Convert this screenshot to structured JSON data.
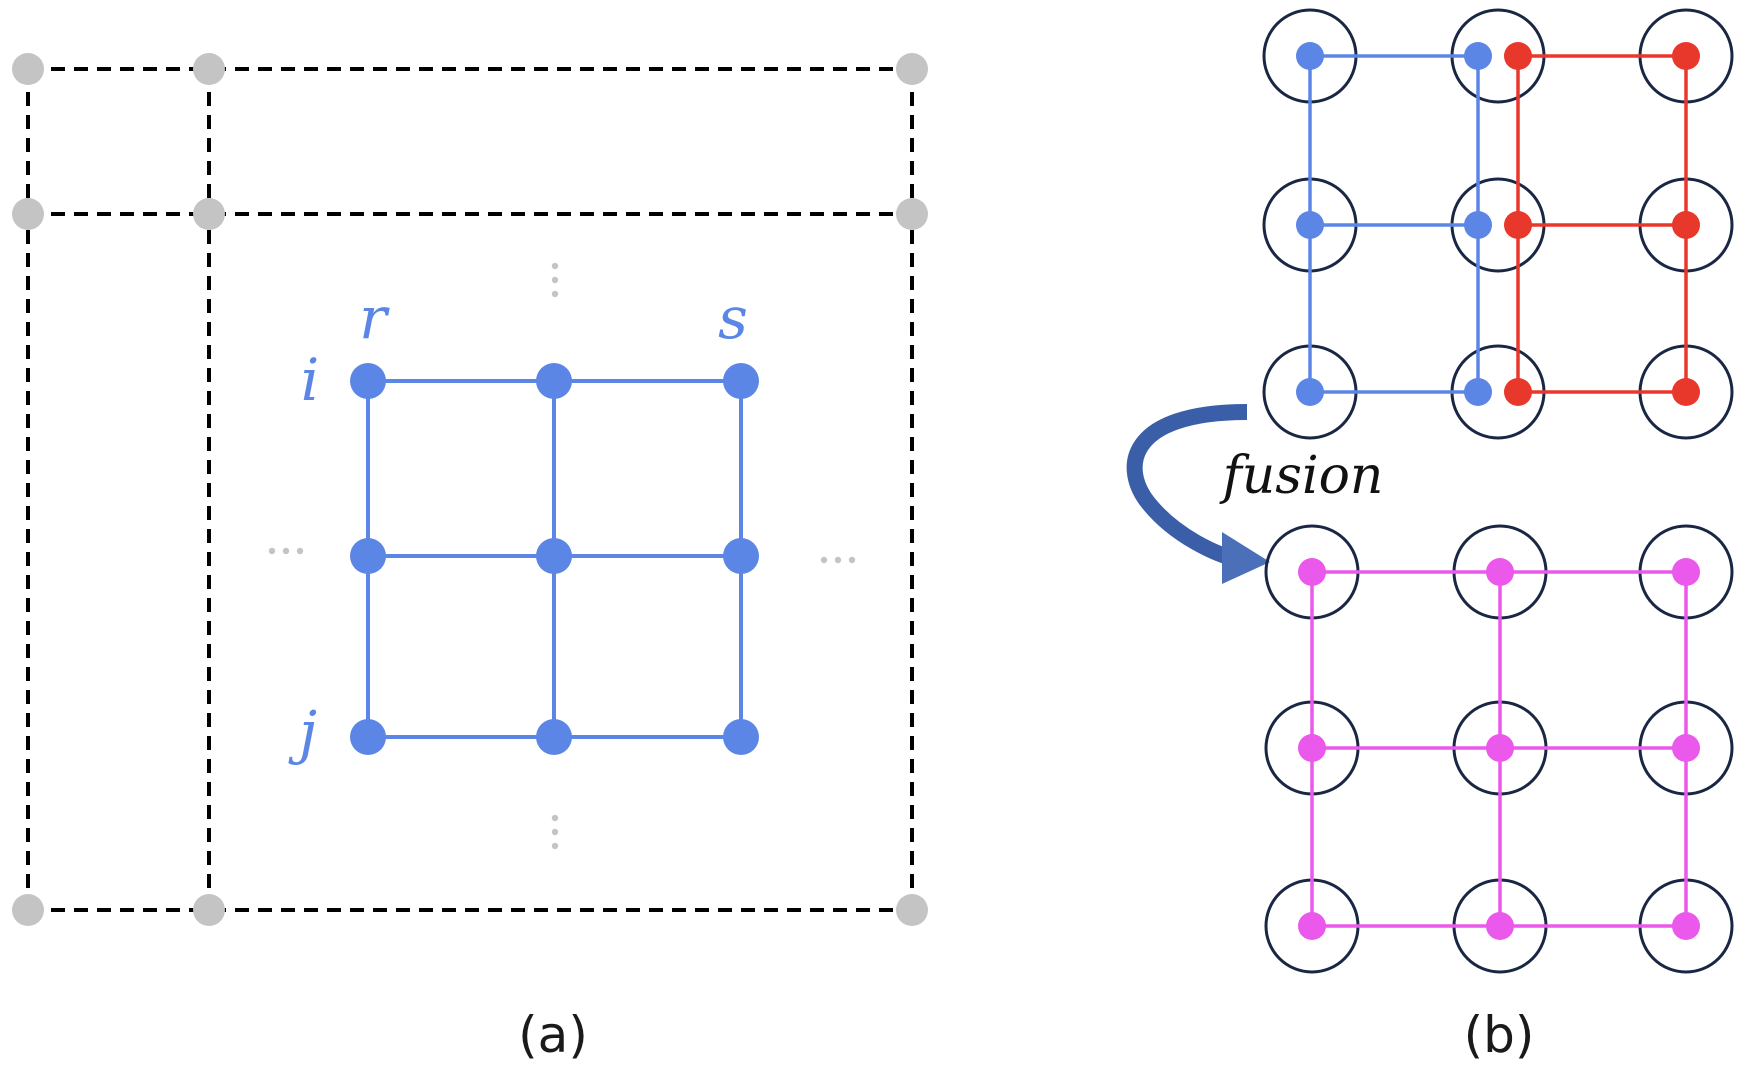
{
  "panel_a": {
    "row_label_top": "i",
    "row_label_bottom": "j",
    "col_label_left": "r",
    "col_label_right": "s",
    "caption": "(a)"
  },
  "panel_b": {
    "arrow_label": "fusion",
    "caption": "(b)"
  },
  "colors": {
    "grid_blue": "#5b86e5",
    "pre_fusion_blue": "#5b86e5",
    "pre_fusion_red": "#e8382c",
    "fused_magenta": "#ea58ec",
    "ring_navy": "#1a2744",
    "arrow_blue": "#3b5ea8",
    "boundary_node_gray": "#c4c4c4",
    "dashed_line": "#000000"
  }
}
